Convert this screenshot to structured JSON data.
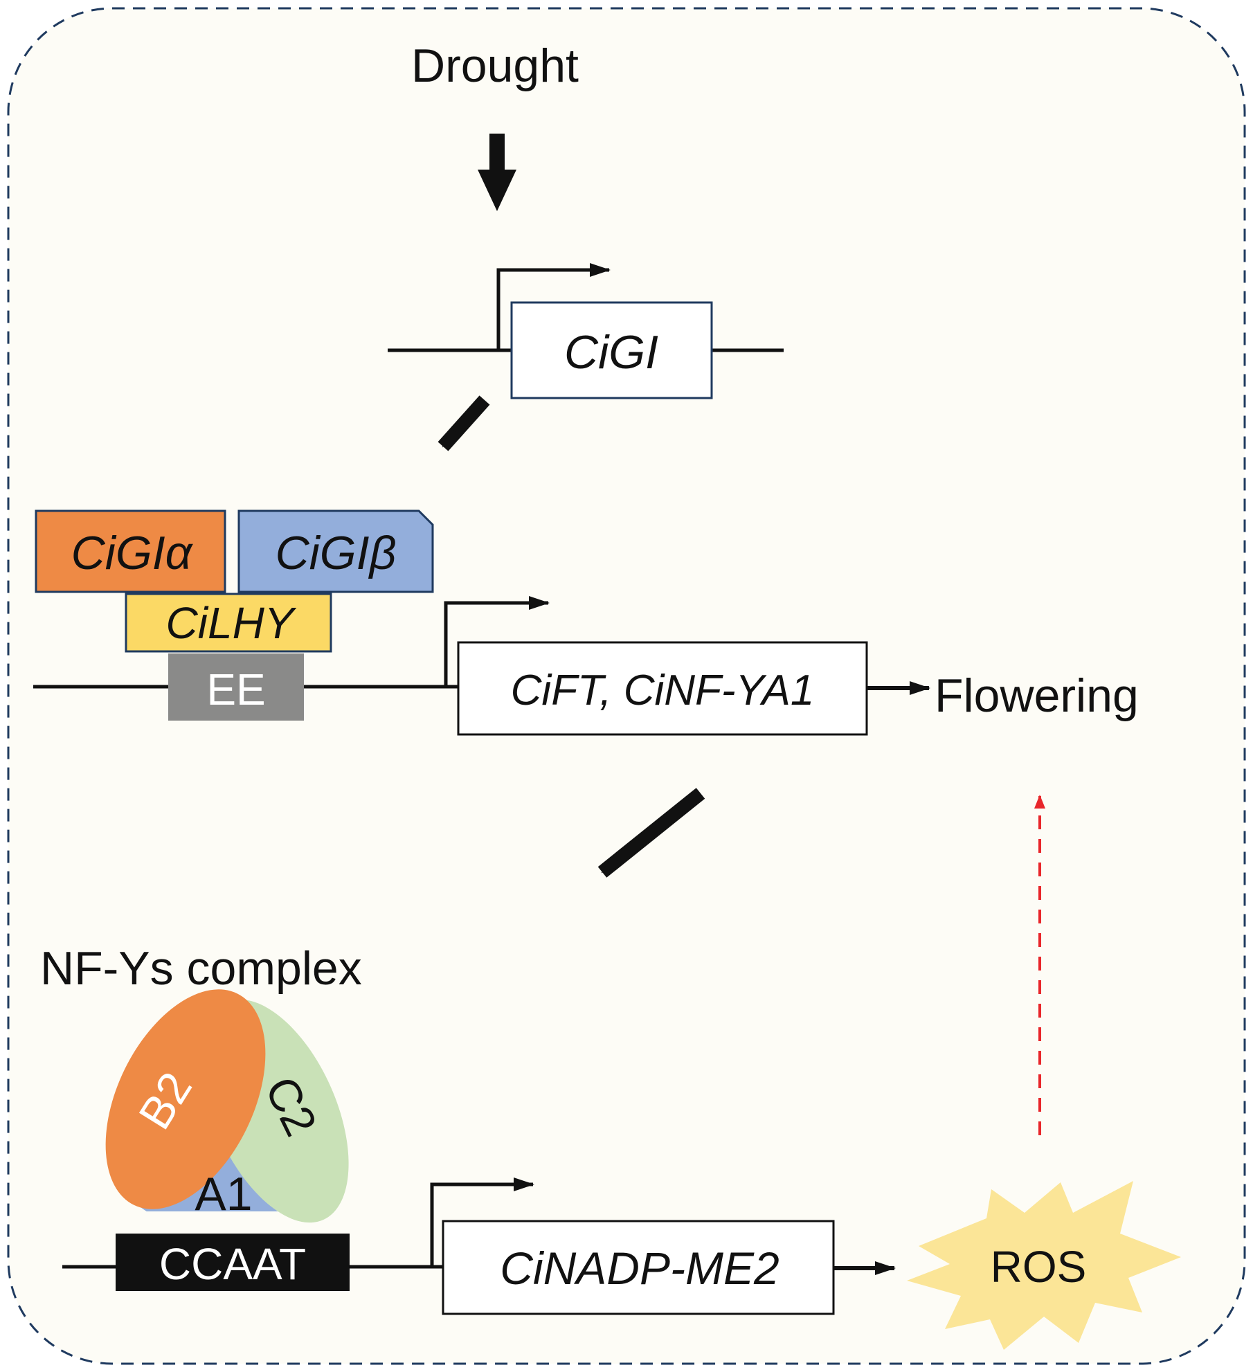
{
  "diagram": {
    "stimulus": "Drought",
    "gene_gi": "CiGI",
    "protein_gi_alpha": "CiGIα",
    "protein_gi_beta": "CiGIβ",
    "protein_lhy": "CiLHY",
    "element_ee": "EE",
    "genes_ft_nfya1": "CiFT, CiNF-YA1",
    "outcome_flowering": "Flowering",
    "complex_title": "NF-Ys complex",
    "subunit_b2": "B2",
    "subunit_c2": "C2",
    "subunit_a1": "A1",
    "element_ccaat": "CCAAT",
    "gene_nadp_me2": "CiNADP-ME2",
    "product_ros": "ROS"
  },
  "colors": {
    "background": "#fdfcf6",
    "frame": "#1f3a5f",
    "orange": "#ee8a45",
    "blue": "#93aedb",
    "yellow": "#fbd965",
    "gray": "#8a8a89",
    "green": "#c9e1b7",
    "black": "#111111",
    "ros_burst": "#fbe597",
    "dashed_red": "#e8262b"
  }
}
